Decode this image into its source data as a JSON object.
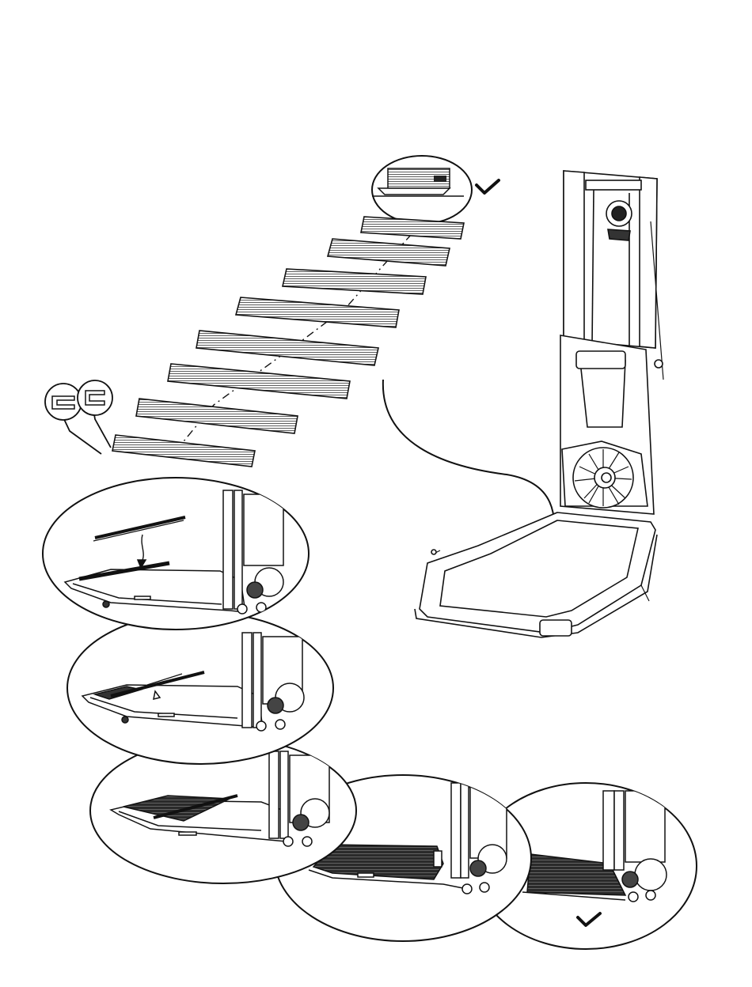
{
  "figure": {
    "domain": "assembly-instructions",
    "background": "#ffffff",
    "ink": "#111111",
    "slat_fill": "#e6e6e6",
    "slat_count": 8,
    "check_marks": 2,
    "callout_bubbles": 6,
    "icons": [
      "check-mark-icon",
      "check-mark-icon",
      "curved-arrow-icon",
      "profile-detail-icon",
      "profile-detail-icon"
    ]
  }
}
